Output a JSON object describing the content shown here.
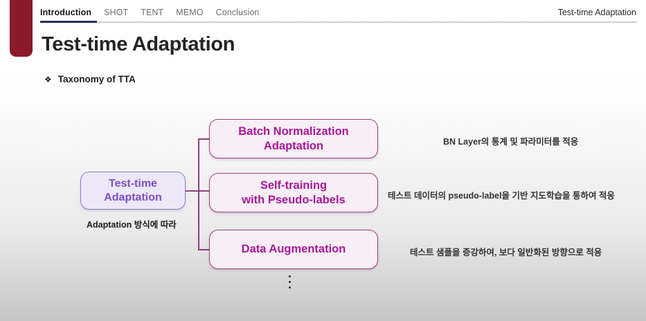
{
  "topnav": {
    "items": [
      {
        "label": "Introduction",
        "active": true
      },
      {
        "label": "SHOT",
        "active": false
      },
      {
        "label": "TENT",
        "active": false
      },
      {
        "label": "MEMO",
        "active": false
      },
      {
        "label": "Conclusion",
        "active": false
      }
    ],
    "deck_title": "Test-time Adaptation",
    "progress_percent": 10,
    "accent_color": "#26315c"
  },
  "slide": {
    "title": "Test-time Adaptation",
    "accent_bar_color": "#8c1a2b",
    "bullet": {
      "glyph": "❖",
      "text": "Taxonomy of TTA"
    }
  },
  "diagram": {
    "root": {
      "line1": "Test-time",
      "line2": "Adaptation",
      "caption": "Adaptation 방식에 따라",
      "text_color": "#7b4fc4",
      "border_color": "#8f7fd6",
      "fill_color": "#ece8f8"
    },
    "branch_style": {
      "text_color": "#a8189b",
      "border_color": "#99417f",
      "fill_color": "#f8eef6",
      "connector_color": "#8d3f7c"
    },
    "branches": [
      {
        "line1": "Batch Normalization",
        "line2": "Adaptation",
        "annotation": "BN Layer의 통계 및 파라미터를 적응"
      },
      {
        "line1": "Self-training",
        "line2": "with Pseudo-labels",
        "annotation": "테스트 데이터의 pseudo-label을 기반 지도학습을 통하여 적응"
      },
      {
        "line1": "Data Augmentation",
        "line2": "",
        "annotation": "테스트 샘플을 증강하여, 보다 일반화된 방향으로 적응"
      }
    ],
    "more_indicator": "⋮"
  }
}
